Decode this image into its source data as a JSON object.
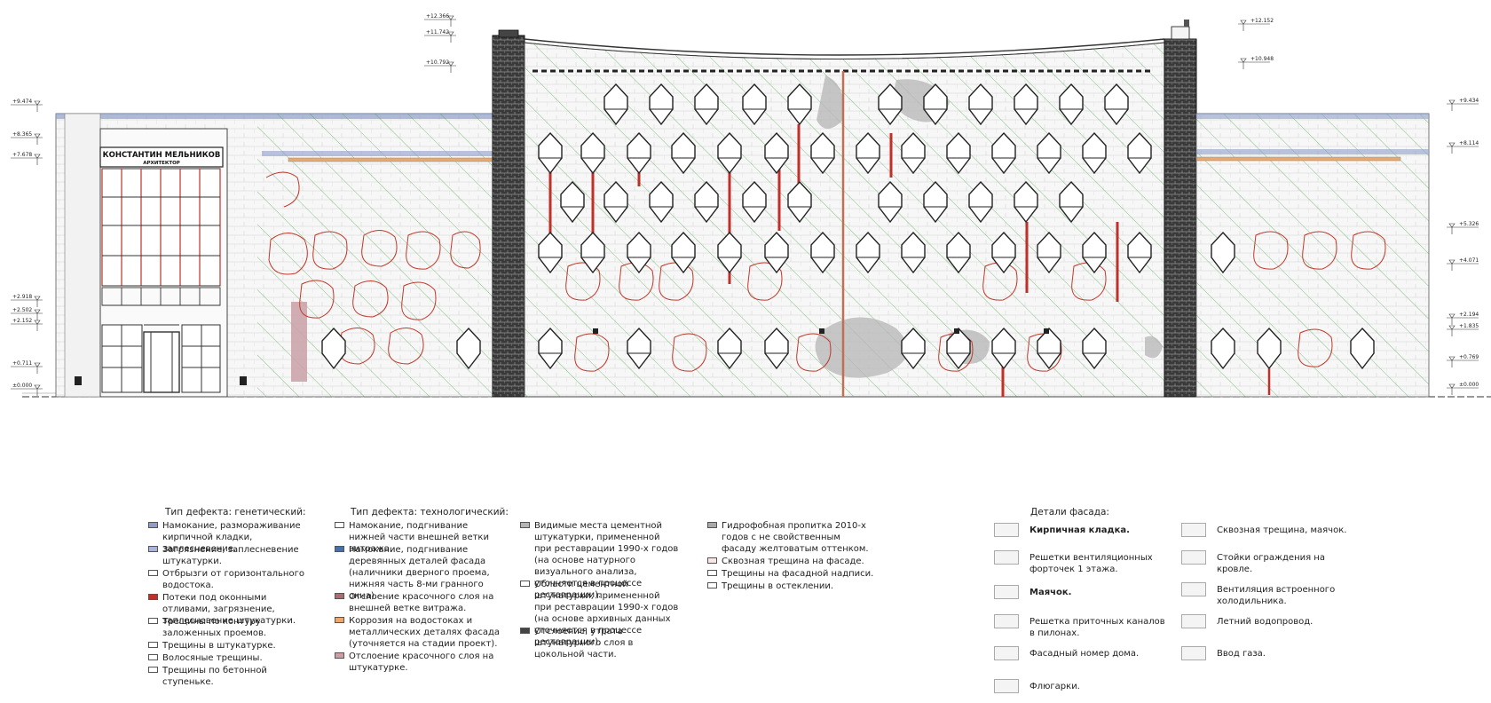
{
  "facade": {
    "sign_line1": "КОНСТАНТИН МЕЛЬНИКОВ",
    "sign_line2": "АРХИТЕКТОР",
    "levels_left": [
      "+9.474",
      "+8.365",
      "+7.678",
      "+2.918",
      "+2.502",
      "+2.152",
      "+0.711",
      "±0.000"
    ],
    "levels_center": [
      "+12.366",
      "+11.742",
      "+10.792"
    ],
    "levels_right_top": [
      "+12.152",
      "+10.948"
    ],
    "levels_right": [
      "+9.434",
      "+8.114",
      "+5.326",
      "+4.071",
      "+2.194",
      "+1.835",
      "+0.769",
      "±0.000"
    ],
    "colors": {
      "crack_red": "#c0392b",
      "drip_red": "#c0302a",
      "grey_stain": "#b5b5b5",
      "pink_paint": "#c9a0a6",
      "blue_band": "#8d9ec9",
      "green_hatch": "#3a9a3a",
      "brick_dark": "#333333"
    }
  },
  "legend": {
    "genetic_title": "Тип дефекта: генетический:",
    "genetic_items": [
      {
        "text": "Намокание, размораживание кирпичной кладки, заплесневение.",
        "color": "#8d9ec9"
      },
      {
        "text": "Загрязнение, заплесневение штукатурки.",
        "color": "#aab4d8"
      },
      {
        "text": "Отбрызги от горизонтального водостока.",
        "color": "#ffffff"
      },
      {
        "text": "Потеки под оконными отливами, загрязнение, заплесневение штукатурки.",
        "color": "#c0302a"
      },
      {
        "text": "Трещины по контуру заложенных проемов.",
        "color": "#ffffff"
      },
      {
        "text": "Трещины в штукатурке.",
        "color": "#ffffff"
      },
      {
        "text": "Волосяные трещины.",
        "color": "#ffffff"
      },
      {
        "text": "Трещины по бетонной ступеньке.",
        "color": "#ffffff"
      }
    ],
    "tech_title": "Тип дефекта: технологический:",
    "tech_items": [
      {
        "text": "Намокание, подгнивание нижней части внешней ветки витража.",
        "color": "#ffffff"
      },
      {
        "text": "Намокание, подгнивание деревянных деталей фасада (наличники дверного проема, нижняя часть 8-ми гранного окна).",
        "color": "#4a6fa8"
      },
      {
        "text": "Отслоение красочного слоя на внешней ветке витража.",
        "color": "#b06a72"
      },
      {
        "text": "Коррозия на водостоках и металлических деталях фасада (уточняется на стадии проект).",
        "color": "#e8a870"
      },
      {
        "text": "Отслоение красочного слоя на штукатурке.",
        "color": "#c9a0a6"
      }
    ],
    "col3_items": [
      {
        "text": "Видимые места цементной штукатурки, примененной при реставрации 1990-х годов (на основе натурного визуального анализа, уточняется в процессе реставрации).",
        "color": "#b5b5b5"
      },
      {
        "text": "Области цементной штукатурки, примененной при реставрации 1990-х годов (на основе архивных данных уточняется в процессе реставрации).",
        "color": "#ffffff"
      },
      {
        "text": "Отслоение, утрата штукатурного слоя в цокольной части.",
        "color": "#444444"
      }
    ],
    "col4_items": [
      {
        "text": "Гидрофобная пропитка 2010-х годов с не свойственным фасаду желтоватым оттенком.",
        "color": "#a8a8a8"
      },
      {
        "text": "Сквозная трещина на фасаде.",
        "color": "#fbe6e6"
      },
      {
        "text": "Трещины на фасадной надписи.",
        "color": "#ffffff"
      },
      {
        "text": "Трещины в остеклении.",
        "color": "#ffffff"
      }
    ],
    "details_title": "Детали фасада:",
    "details_left": [
      {
        "text": "Кирпичная кладка.",
        "bold": true,
        "icon": "brick-icon"
      },
      {
        "text": "Решетки вентиляционных форточек 1 этажа.",
        "bold": false,
        "icon": "vent-grille-icon"
      },
      {
        "text": "Маячок.",
        "bold": true,
        "icon": "beacon-icon"
      },
      {
        "text": "Решетка приточных каналов в пилонах.",
        "bold": false,
        "icon": "intake-grille-icon"
      },
      {
        "text": "Фасадный номер дома.",
        "bold": false,
        "icon": "house-number-icon"
      },
      {
        "text": "Флюгарки.",
        "bold": false,
        "icon": "vane-icon"
      }
    ],
    "details_right": [
      {
        "text": "Сквозная трещина, маячок.",
        "bold": false,
        "icon": "crack-beacon-icon"
      },
      {
        "text": "Стойки ограждения на кровле.",
        "bold": false,
        "icon": "railing-icon"
      },
      {
        "text": "Вентиляция встроенного холодильника.",
        "bold": false,
        "icon": "fridge-vent-icon"
      },
      {
        "text": "Летний водопровод.",
        "bold": false,
        "icon": "water-pipe-icon"
      },
      {
        "text": "Ввод газа.",
        "bold": false,
        "icon": "gas-inlet-icon"
      }
    ]
  }
}
